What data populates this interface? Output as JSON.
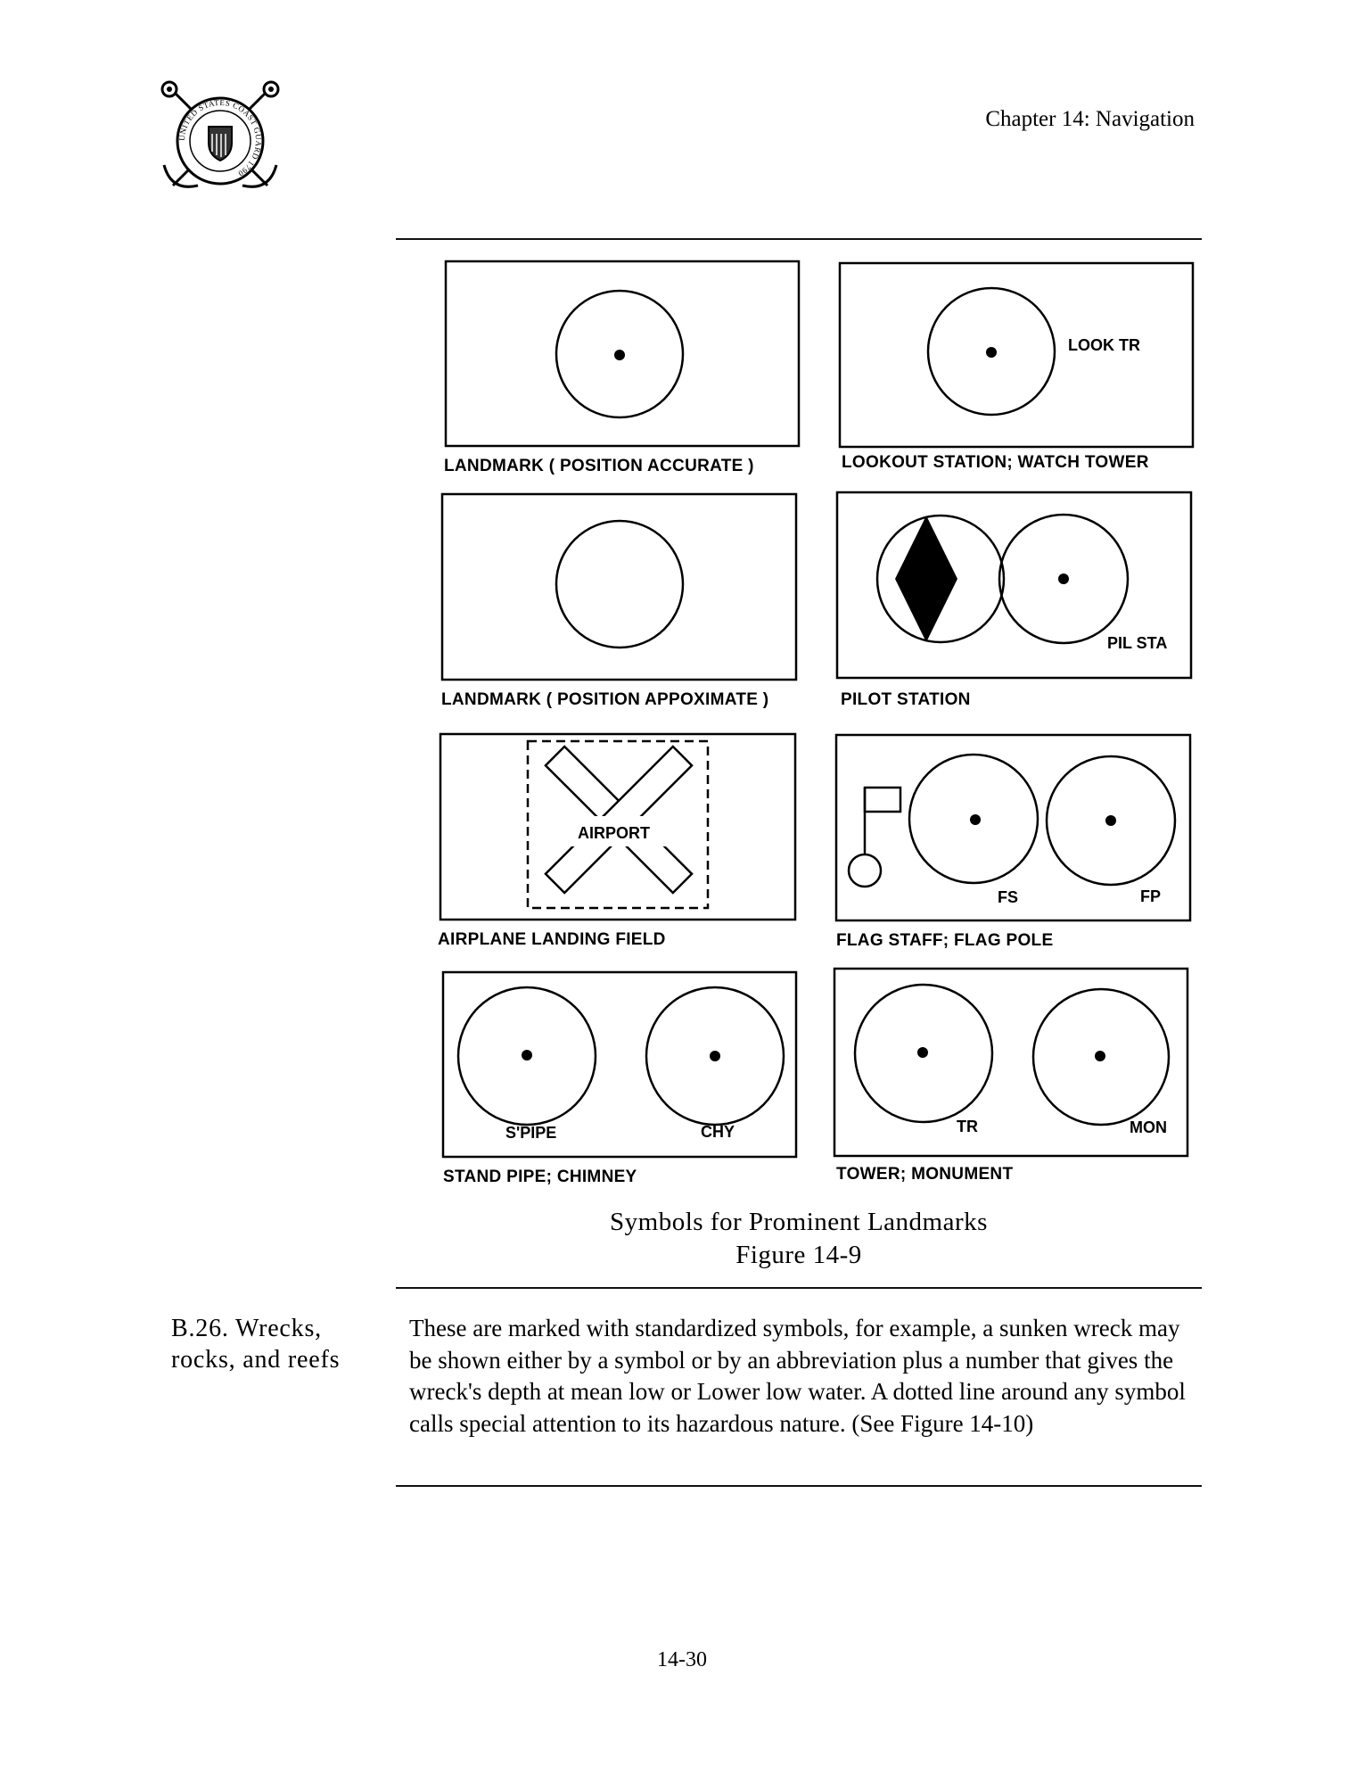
{
  "header": {
    "chapter": "Chapter 14:  Navigation",
    "logo": {
      "icon": "us-coast-guard-seal-icon",
      "text": "UNITED STATES COAST GUARD 1790"
    }
  },
  "figure": {
    "panels": [
      {
        "label": "LANDMARK ( POSITION ACCURATE )"
      },
      {
        "label": "LOOKOUT STATION; WATCH TOWER",
        "inner": [
          "LOOK TR"
        ]
      },
      {
        "label": "LANDMARK ( POSITION APPOXIMATE )"
      },
      {
        "label": "PILOT STATION",
        "inner": [
          "PIL STA"
        ]
      },
      {
        "label": "AIRPLANE LANDING FIELD",
        "inner": [
          "AIRPORT"
        ]
      },
      {
        "label": "FLAG STAFF; FLAG POLE",
        "inner": [
          "FS",
          "FP"
        ]
      },
      {
        "label": "STAND PIPE; CHIMNEY",
        "inner": [
          "S'PIPE",
          "CHY"
        ]
      },
      {
        "label": "TOWER; MONUMENT",
        "inner": [
          "TR",
          "MON"
        ]
      }
    ],
    "caption": "Symbols for Prominent Landmarks",
    "number": "Figure 14-9"
  },
  "section": {
    "heading_line1": "B.26.  Wrecks,",
    "heading_line2": "rocks, and reefs",
    "body": "These are marked with standardized symbols, for example, a sunken wreck may be shown either by a symbol or by an abbreviation plus a number that gives the wreck's depth at mean low or Lower low water.  A dotted line around any symbol calls special attention to its hazardous nature. (See Figure 14-10)"
  },
  "footer": {
    "page_number": "14-30"
  }
}
